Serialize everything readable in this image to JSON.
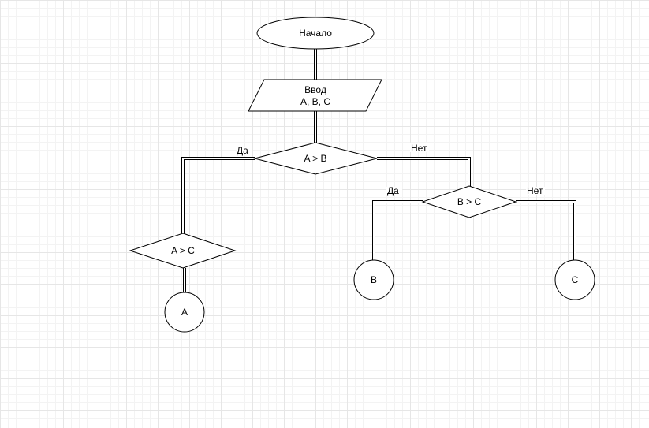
{
  "diagram": {
    "nodes": {
      "start": "Начало",
      "input_line1": "Ввод",
      "input_line2": "A, B, C",
      "decision_ab": "A > B",
      "decision_bc": "B > C",
      "decision_ac": "A > C",
      "out_a": "A",
      "out_b": "B",
      "out_c": "C"
    },
    "edges": {
      "ab_yes": "Да",
      "ab_no": "Нет",
      "bc_yes": "Да",
      "bc_no": "Нет"
    }
  }
}
